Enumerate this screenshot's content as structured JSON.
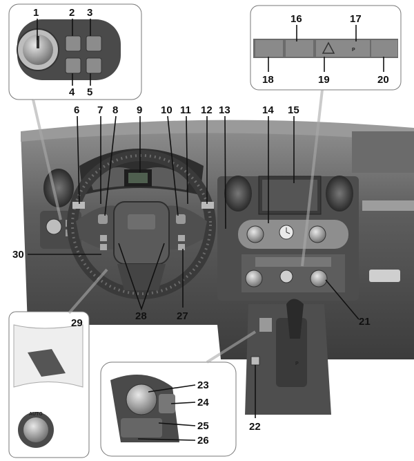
{
  "figure": {
    "description_hidden": "",
    "callouts": [
      "1",
      "2",
      "3",
      "4",
      "5",
      "6",
      "7",
      "8",
      "9",
      "10",
      "11",
      "12",
      "13",
      "14",
      "15",
      "16",
      "17",
      "18",
      "19",
      "20",
      "21",
      "22",
      "23",
      "24",
      "25",
      "26",
      "27",
      "28",
      "29",
      "30"
    ],
    "inset_knob_text": "AUTO",
    "inset_park_text": "P",
    "colors": {
      "dash_dark": "#3a3a3a",
      "dash_mid": "#5a5a5a",
      "dash_light": "#8a8a8a",
      "inset_border": "#777777",
      "leader": "#111111"
    }
  }
}
